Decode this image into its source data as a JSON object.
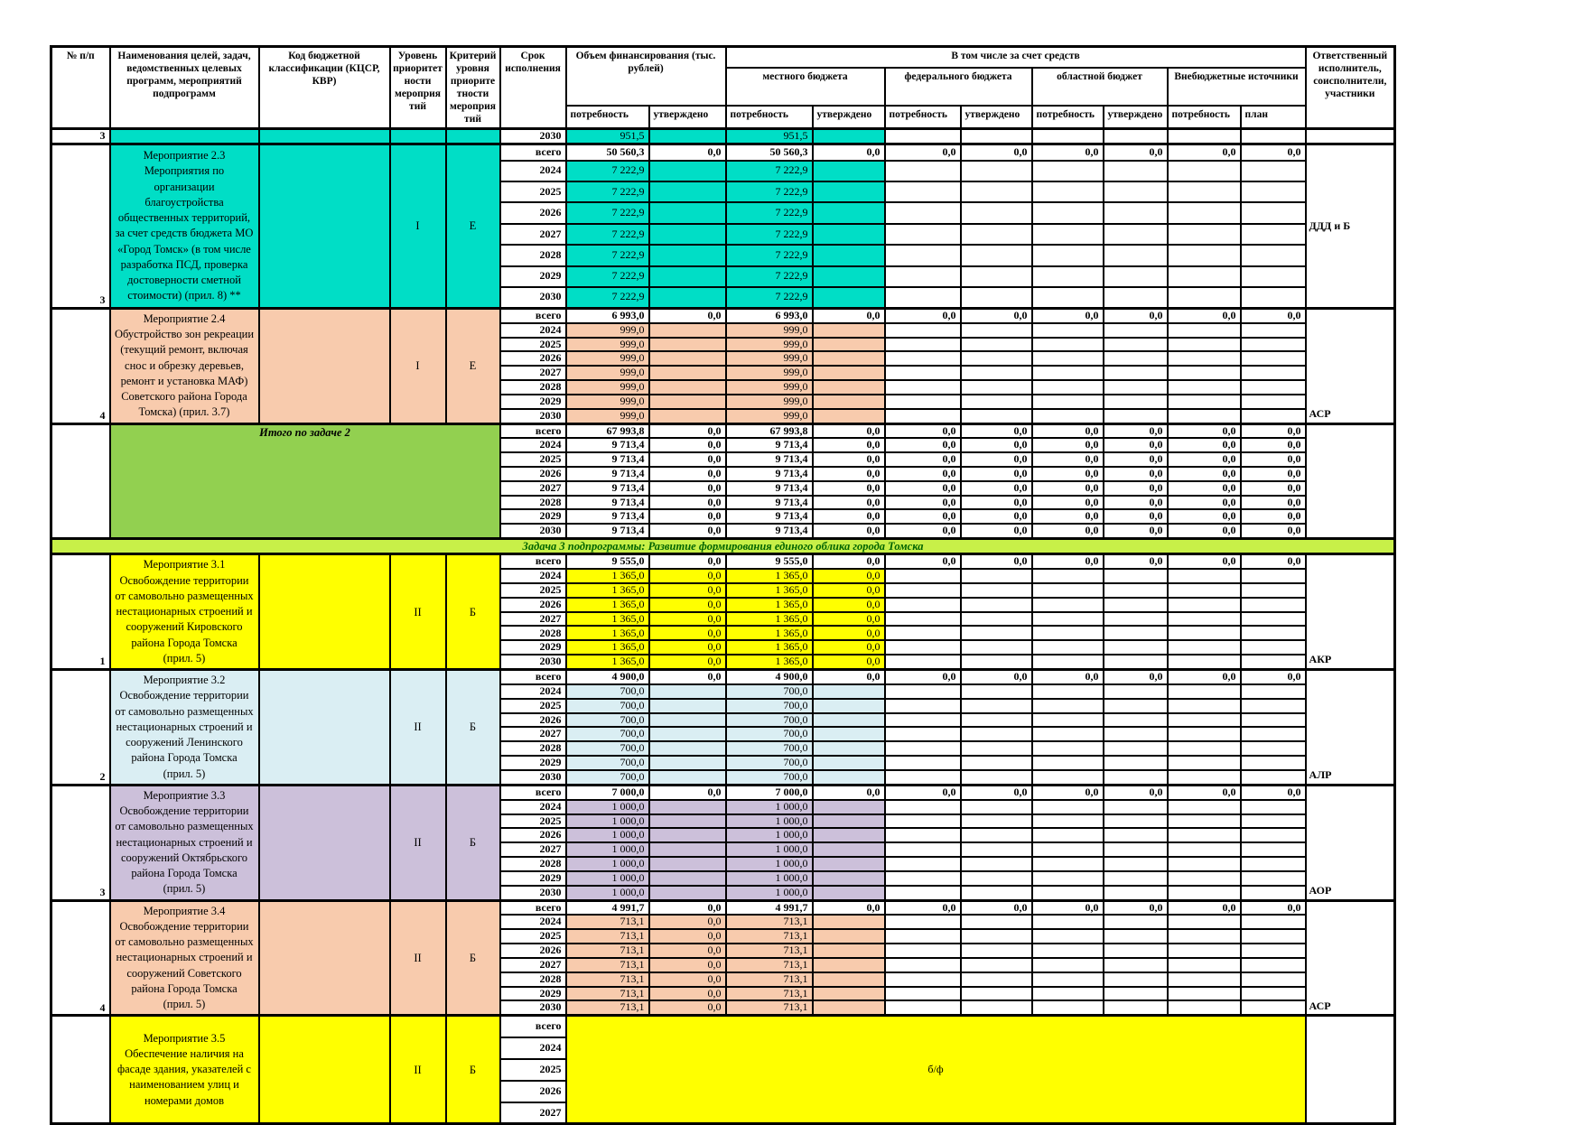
{
  "labels": {
    "vsego": "всего",
    "bf": "б/ф"
  },
  "years": [
    "2024",
    "2025",
    "2026",
    "2027",
    "2028",
    "2029",
    "2030"
  ],
  "header": {
    "num": "№ п/п",
    "name": "Наименования целей, задач, ведомственных целевых программ, мероприятий подпрограмм",
    "code": "Код бюджетной классификации (КЦСР, КВР)",
    "level": "Уровень приоритетности мероприятий",
    "criteria": "Критерий уровня приоритетности мероприятий",
    "term": "Срок исполнения",
    "volume": "Объем финансирования (тыс. рублей)",
    "incl": "В том числе за счет средств",
    "local": "местного бюджета",
    "federal": "федерального бюджета",
    "regional": "областной бюджет",
    "extra": "Внебюджетные источники",
    "resp": "Ответственный исполнитель, соисполнители, участники",
    "need": "потребность",
    "approved": "утверждено",
    "plan": "план"
  },
  "colors": {
    "cyan": "#00DEC6",
    "peach": "#F8CBAD",
    "green": "#92D050",
    "banner_green": "#C8F048",
    "banner_text": "#006400",
    "yellow": "#FFFF00",
    "blue": "#DAEEF3",
    "lavender": "#CCC0DA"
  },
  "blocks": [
    {
      "type": "partial",
      "num": "3",
      "srok": "2030",
      "color": "#00DEC6",
      "h": 17,
      "values": [
        "951,5",
        "",
        "951,5",
        "",
        "",
        "",
        "",
        "",
        "",
        ""
      ],
      "colored": [
        0,
        1,
        2,
        3
      ]
    },
    {
      "type": "block",
      "id": "2.3",
      "num": "3",
      "color": "#00DEC6",
      "level": "I",
      "criteria": "Е",
      "name": "Мероприятие 2.3\nМероприятия по организации благоустройства общественных территорий, за счет средств бюджета МО «Город Томск» (в том числе разработка ПСД, проверка достоверности сметной стоимости) (прил. 8) **",
      "resp": "ДДД и Б",
      "resp_pos": "center",
      "vsego": [
        "50 560,3",
        "0,0",
        "50 560,3",
        "0,0",
        "0,0",
        "0,0",
        "0,0",
        "0,0",
        "0,0",
        "0,0"
      ],
      "year_values": [
        "7 222,9",
        "",
        "7 222,9",
        "",
        "",
        "",
        "",
        "",
        "",
        ""
      ],
      "colored": [
        0,
        1,
        2,
        3
      ],
      "vh": 18,
      "rh": 23.4
    },
    {
      "type": "block",
      "id": "2.4",
      "num": "4",
      "color": "#F8CBAD",
      "level": "I",
      "criteria": "Е",
      "name": "Мероприятие 2.4\nОбустройство зон рекреации (текущий ремонт, включая снос и обрезку деревьев, ремонт и установка МАФ) Советского района Города Томска) (прил. 3.7)",
      "resp": "АСР",
      "resp_pos": "bottom",
      "vsego": [
        "6 993,0",
        "0,0",
        "6 993,0",
        "0,0",
        "0,0",
        "0,0",
        "0,0",
        "0,0",
        "0,0",
        "0,0"
      ],
      "year_values": [
        "999,0",
        "",
        "999,0",
        "",
        "",
        "",
        "",
        "",
        "",
        ""
      ],
      "colored": [
        0,
        1,
        2,
        3
      ],
      "vh": 15.75,
      "rh": 15.75
    },
    {
      "type": "itogo",
      "name": "Итого по задаче 2",
      "color": "#92D050",
      "vsego": [
        "67 993,8",
        "0,0",
        "67 993,8",
        "0,0",
        "0,0",
        "0,0",
        "0,0",
        "0,0",
        "0,0",
        "0,0"
      ],
      "year_values": [
        "9 713,4",
        "0,0",
        "9 713,4",
        "0,0",
        "0,0",
        "0,0",
        "0,0",
        "0,0",
        "0,0",
        "0,0"
      ],
      "bold_values": true,
      "colored": [],
      "vh": 15.75,
      "rh": 15.75
    },
    {
      "type": "banner",
      "color": "#C8F048",
      "text_color": "#006400",
      "h": 16,
      "text": "Задача 3 подпрограммы: Развитие формирования единого облика города Томска"
    },
    {
      "type": "block",
      "id": "3.1",
      "num": "1",
      "color": "#FFFF00",
      "level": "II",
      "criteria": "Б",
      "name": "Мероприятие 3.1\nОсвобождение территории от самовольно размещенных нестационарных строений и сооружений Кировского района Города Томска\n(прил. 5)",
      "resp": "АКР",
      "resp_pos": "bottom",
      "vsego": [
        "9 555,0",
        "0,0",
        "9 555,0",
        "0,0",
        "0,0",
        "0,0",
        "0,0",
        "0,0",
        "0,0",
        "0,0"
      ],
      "year_values": [
        "1 365,0",
        "0,0",
        "1 365,0",
        "0,0",
        "",
        "",
        "",
        "",
        "",
        ""
      ],
      "colored": [
        0,
        1,
        2,
        3
      ],
      "vh": 15.75,
      "rh": 15.75
    },
    {
      "type": "block",
      "id": "3.2",
      "num": "2",
      "color": "#DAEEF3",
      "level": "II",
      "criteria": "Б",
      "name": "Мероприятие 3.2\nОсвобождение территории от самовольно размещенных нестационарных строений и сооружений Ленинского района Города Томска\n(прил. 5)",
      "resp": "АЛР",
      "resp_pos": "bottom",
      "vsego": [
        "4 900,0",
        "0,0",
        "4 900,0",
        "0,0",
        "0,0",
        "0,0",
        "0,0",
        "0,0",
        "0,0",
        "0,0"
      ],
      "year_values": [
        "700,0",
        "",
        "700,0",
        "",
        "",
        "",
        "",
        "",
        "",
        ""
      ],
      "colored": [
        0,
        1,
        2,
        3
      ],
      "vh": 15.75,
      "rh": 15.75
    },
    {
      "type": "block",
      "id": "3.3",
      "num": "3",
      "color": "#CCC0DA",
      "level": "II",
      "criteria": "Б",
      "name": "Мероприятие 3.3\nОсвобождение территории от самовольно размещенных нестационарных строений и сооружений Октябрьского района Города Томска\n(прил. 5)",
      "resp": "АОР",
      "resp_pos": "bottom",
      "vsego": [
        "7 000,0",
        "0,0",
        "7 000,0",
        "0,0",
        "0,0",
        "0,0",
        "0,0",
        "0,0",
        "0,0",
        "0,0"
      ],
      "year_values": [
        "1 000,0",
        "",
        "1 000,0",
        "",
        "",
        "",
        "",
        "",
        "",
        ""
      ],
      "colored": [
        0,
        1,
        2,
        3
      ],
      "vh": 15.75,
      "rh": 15.75
    },
    {
      "type": "block",
      "id": "3.4",
      "num": "4",
      "color": "#F8CBAD",
      "level": "II",
      "criteria": "Б",
      "name": "Мероприятие 3.4\nОсвобождение территории от самовольно размещенных нестационарных строений и сооружений Советского района Города Томска\n(прил. 5)",
      "resp": "АСР",
      "resp_pos": "bottom",
      "vsego": [
        "4 991,7",
        "0,0",
        "4 991,7",
        "0,0",
        "0,0",
        "0,0",
        "0,0",
        "0,0",
        "0,0",
        "0,0"
      ],
      "year_values": [
        "713,1",
        "0,0",
        "713,1",
        "",
        "",
        "",
        "",
        "",
        "",
        ""
      ],
      "colored": [
        0,
        1,
        2,
        3
      ],
      "vh": 15.75,
      "rh": 15.75
    },
    {
      "type": "open",
      "id": "3.5",
      "color": "#FFFF00",
      "level": "II",
      "criteria": "Б",
      "name": "Мероприятие 3.5 Обеспечение наличия на фасаде здания, указателей с наименованием улиц и номерами домов",
      "rows": [
        "всего",
        "2024",
        "2025",
        "2026",
        "2027"
      ],
      "merged_text": "б/ф",
      "rh": 24
    }
  ]
}
